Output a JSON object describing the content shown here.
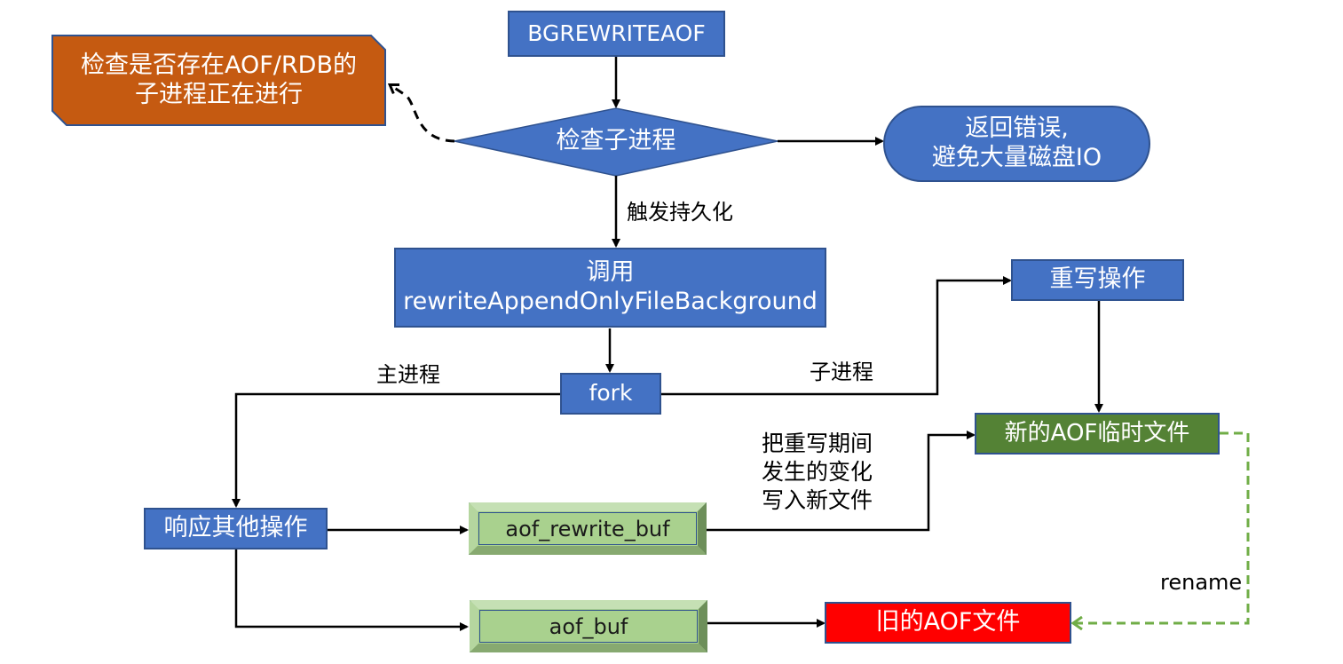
{
  "nodes": {
    "bgrewriteaof": "BGREWRITEAOF",
    "check_child": "检查子进程",
    "check_existing": [
      "检查是否存在AOF/RDB的",
      "子进程正在进行"
    ],
    "return_error": [
      "返回错误,",
      "避免大量磁盘IO"
    ],
    "call_rewrite": [
      "调用",
      "rewriteAppendOnlyFileBackground"
    ],
    "fork": "fork",
    "rewrite_op": "重写操作",
    "new_aof_temp": "新的AOF临时文件",
    "respond_other": "响应其他操作",
    "aof_rewrite_buf": "aof_rewrite_buf",
    "aof_buf": "aof_buf",
    "old_aof": "旧的AOF文件"
  },
  "labels": {
    "trigger_persist": "触发持久化",
    "main_process": "主进程",
    "child_process": "子进程",
    "write_changes": [
      "把重写期间",
      "发生的变化",
      "写入新文件"
    ],
    "rename": "rename"
  },
  "colors": {
    "process_blue": "#4472c4",
    "note_orange": "#c55a11",
    "file_green": "#548235",
    "buffer_green": "#a9d18e",
    "old_file_red": "#ff0000",
    "rename_arrow": "#70ad47"
  }
}
